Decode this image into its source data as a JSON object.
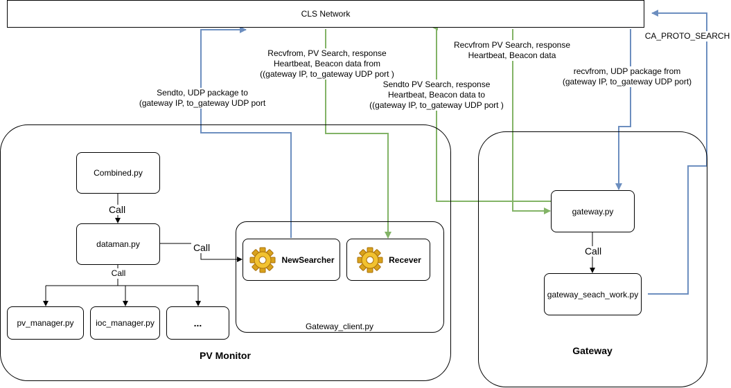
{
  "network": {
    "label": "CLS Network"
  },
  "containers": {
    "pv_monitor": "PV Monitor",
    "gateway": "Gateway",
    "gateway_client": "Gateway_client.py"
  },
  "nodes": {
    "combined": "Combined.py",
    "dataman": "dataman.py",
    "pv_manager": "pv_manager.py",
    "ioc_manager": "ioc_manager.py",
    "more": "...",
    "newsearcher": "NewSearcher",
    "recever": "Recever",
    "gateway_py": "gateway.py",
    "gateway_search_work": "gateway_seach_work.py"
  },
  "edge_labels": {
    "call_combined_dataman": "Call",
    "call_dataman_children": "Call",
    "call_dataman_client": "Call",
    "call_gateway": "Call",
    "sendto": [
      "Sendto, UDP package to",
      "(gateway IP, to_gateway UDP port"
    ],
    "recvfrom_client": [
      "Recvfrom, PV Search, response",
      "Heartbeat, Beacon data from",
      "((gateway IP, to_gateway UDP port )"
    ],
    "sendto_gateway": [
      "Sendto PV Search, response",
      "Heartbeat, Beacon data to",
      "((gateway IP, to_gateway UDP port )"
    ],
    "recvfrom_gateway_top": [
      "Recvfrom PV Search, response",
      "Heartbeat, Beacon data"
    ],
    "recvfrom_gateway_udp": [
      "recvfrom, UDP package from",
      "(gateway IP, to_gateway UDP port)"
    ],
    "ca_proto": "CA_PROTO_SEARCH"
  },
  "colors": {
    "blue": "#6c8ebf",
    "green": "#82b366",
    "black": "#000000"
  }
}
